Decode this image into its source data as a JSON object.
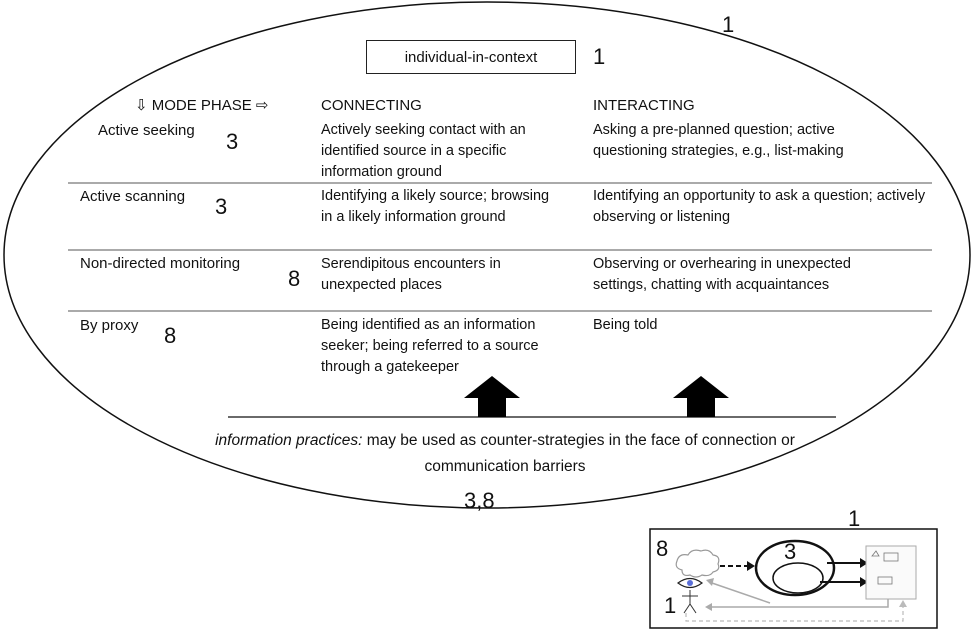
{
  "labels": {
    "outer_level": "1",
    "context_box": "individual-in-context",
    "context_level": "1",
    "mode_phase": "⇩ MODE PHASE ⇨",
    "col_connecting": "CONNECTING",
    "col_interacting": "INTERACTING"
  },
  "rows": [
    {
      "mode": "Active seeking",
      "level": "3",
      "connecting": "Actively seeking contact with an identified source in a specific information ground",
      "interacting": "Asking a pre-planned question; active questioning strategies, e.g., list-making"
    },
    {
      "mode": "Active scanning",
      "level": "3",
      "connecting": "Identifying a likely source; browsing in a likely information ground",
      "interacting": "Identifying an opportunity to ask a question; actively observing or listening"
    },
    {
      "mode": "Non-directed monitoring",
      "level": "8",
      "connecting": "Serendipitous encounters in unexpected places",
      "interacting": "Observing or overhearing in unexpected settings, chatting with acquaintances"
    },
    {
      "mode": "By proxy",
      "level": "8",
      "connecting": "Being identified as an information seeker; being referred to a source through a gatekeeper",
      "interacting": "Being told"
    }
  ],
  "practices": {
    "term": "information practices:",
    "text": " may be used as counter-strategies in the face of connection or communication barriers",
    "levels": "3,8"
  },
  "inset": {
    "level_top": "1",
    "level_left": "8",
    "level_center": "3",
    "level_bottom": "1"
  }
}
